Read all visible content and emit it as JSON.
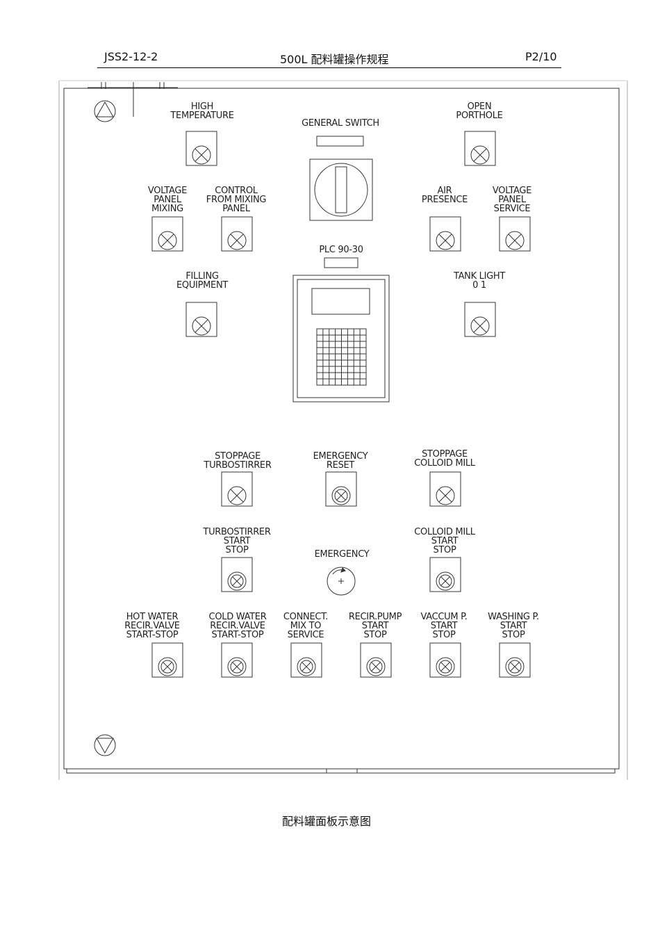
{
  "header": {
    "doc_code": "JSS2-12-2",
    "title": "500L 配料罐操作规程",
    "page": "P2/10"
  },
  "caption": "配料罐面板示意图",
  "panel": {
    "general_switch_label": "GENERAL SWITCH",
    "plc_label": "PLC 90-30",
    "emergency_label": "EMERGENCY",
    "indicators": [
      {
        "id": "high-temperature",
        "label": "HIGH\nTEMPERATURE",
        "style": "x"
      },
      {
        "id": "open-porthole",
        "label": "OPEN\nPORTHOLE",
        "style": "x"
      },
      {
        "id": "voltage-panel-mixing",
        "label": "VOLTAGE\nPANEL\nMIXING",
        "style": "x"
      },
      {
        "id": "control-from-mixing-panel",
        "label": "CONTROL\nFROM MIXING\nPANEL",
        "style": "x"
      },
      {
        "id": "air-presence",
        "label": "AIR\nPRESENCE",
        "style": "x"
      },
      {
        "id": "voltage-panel-service",
        "label": "VOLTAGE\nPANEL\nSERVICE",
        "style": "x"
      },
      {
        "id": "filling-equipment",
        "label": "FILLING\nEQUIPMENT",
        "style": "x"
      },
      {
        "id": "tank-light",
        "label": "TANK LIGHT\n0     1",
        "style": "x"
      },
      {
        "id": "stoppage-turbostirrer",
        "label": "STOPPAGE\nTURBOSTIRRER",
        "style": "x"
      },
      {
        "id": "emergency-reset",
        "label": "EMERGENCY\nRESET",
        "style": "ring"
      },
      {
        "id": "stoppage-colloid-mill",
        "label": "STOPPAGE\nCOLLOID MILL",
        "style": "x"
      },
      {
        "id": "turbostirrer-start-stop",
        "label": "TURBOSTIRRER\nSTART\nSTOP",
        "style": "ring"
      },
      {
        "id": "colloid-mill-start-stop",
        "label": "COLLOID MILL\nSTART\nSTOP",
        "style": "ring"
      },
      {
        "id": "hot-water-recir-valve",
        "label": "HOT WATER\nRECIR.VALVE\nSTART-STOP",
        "style": "ring"
      },
      {
        "id": "cold-water-recir-valve",
        "label": "COLD WATER\nRECIR.VALVE\nSTART-STOP",
        "style": "ring"
      },
      {
        "id": "connect-mix-to-service",
        "label": "CONNECT.\nMIX TO\nSERVICE",
        "style": "ring"
      },
      {
        "id": "recir-pump-start-stop",
        "label": "RECIR.PUMP\nSTART\nSTOP",
        "style": "ring"
      },
      {
        "id": "vaccum-p-start-stop",
        "label": "VACCUM P.\nSTART\nSTOP",
        "style": "ring"
      },
      {
        "id": "washing-p-start-stop",
        "label": "WASHING P.\nSTART\nSTOP",
        "style": "ring"
      }
    ]
  }
}
